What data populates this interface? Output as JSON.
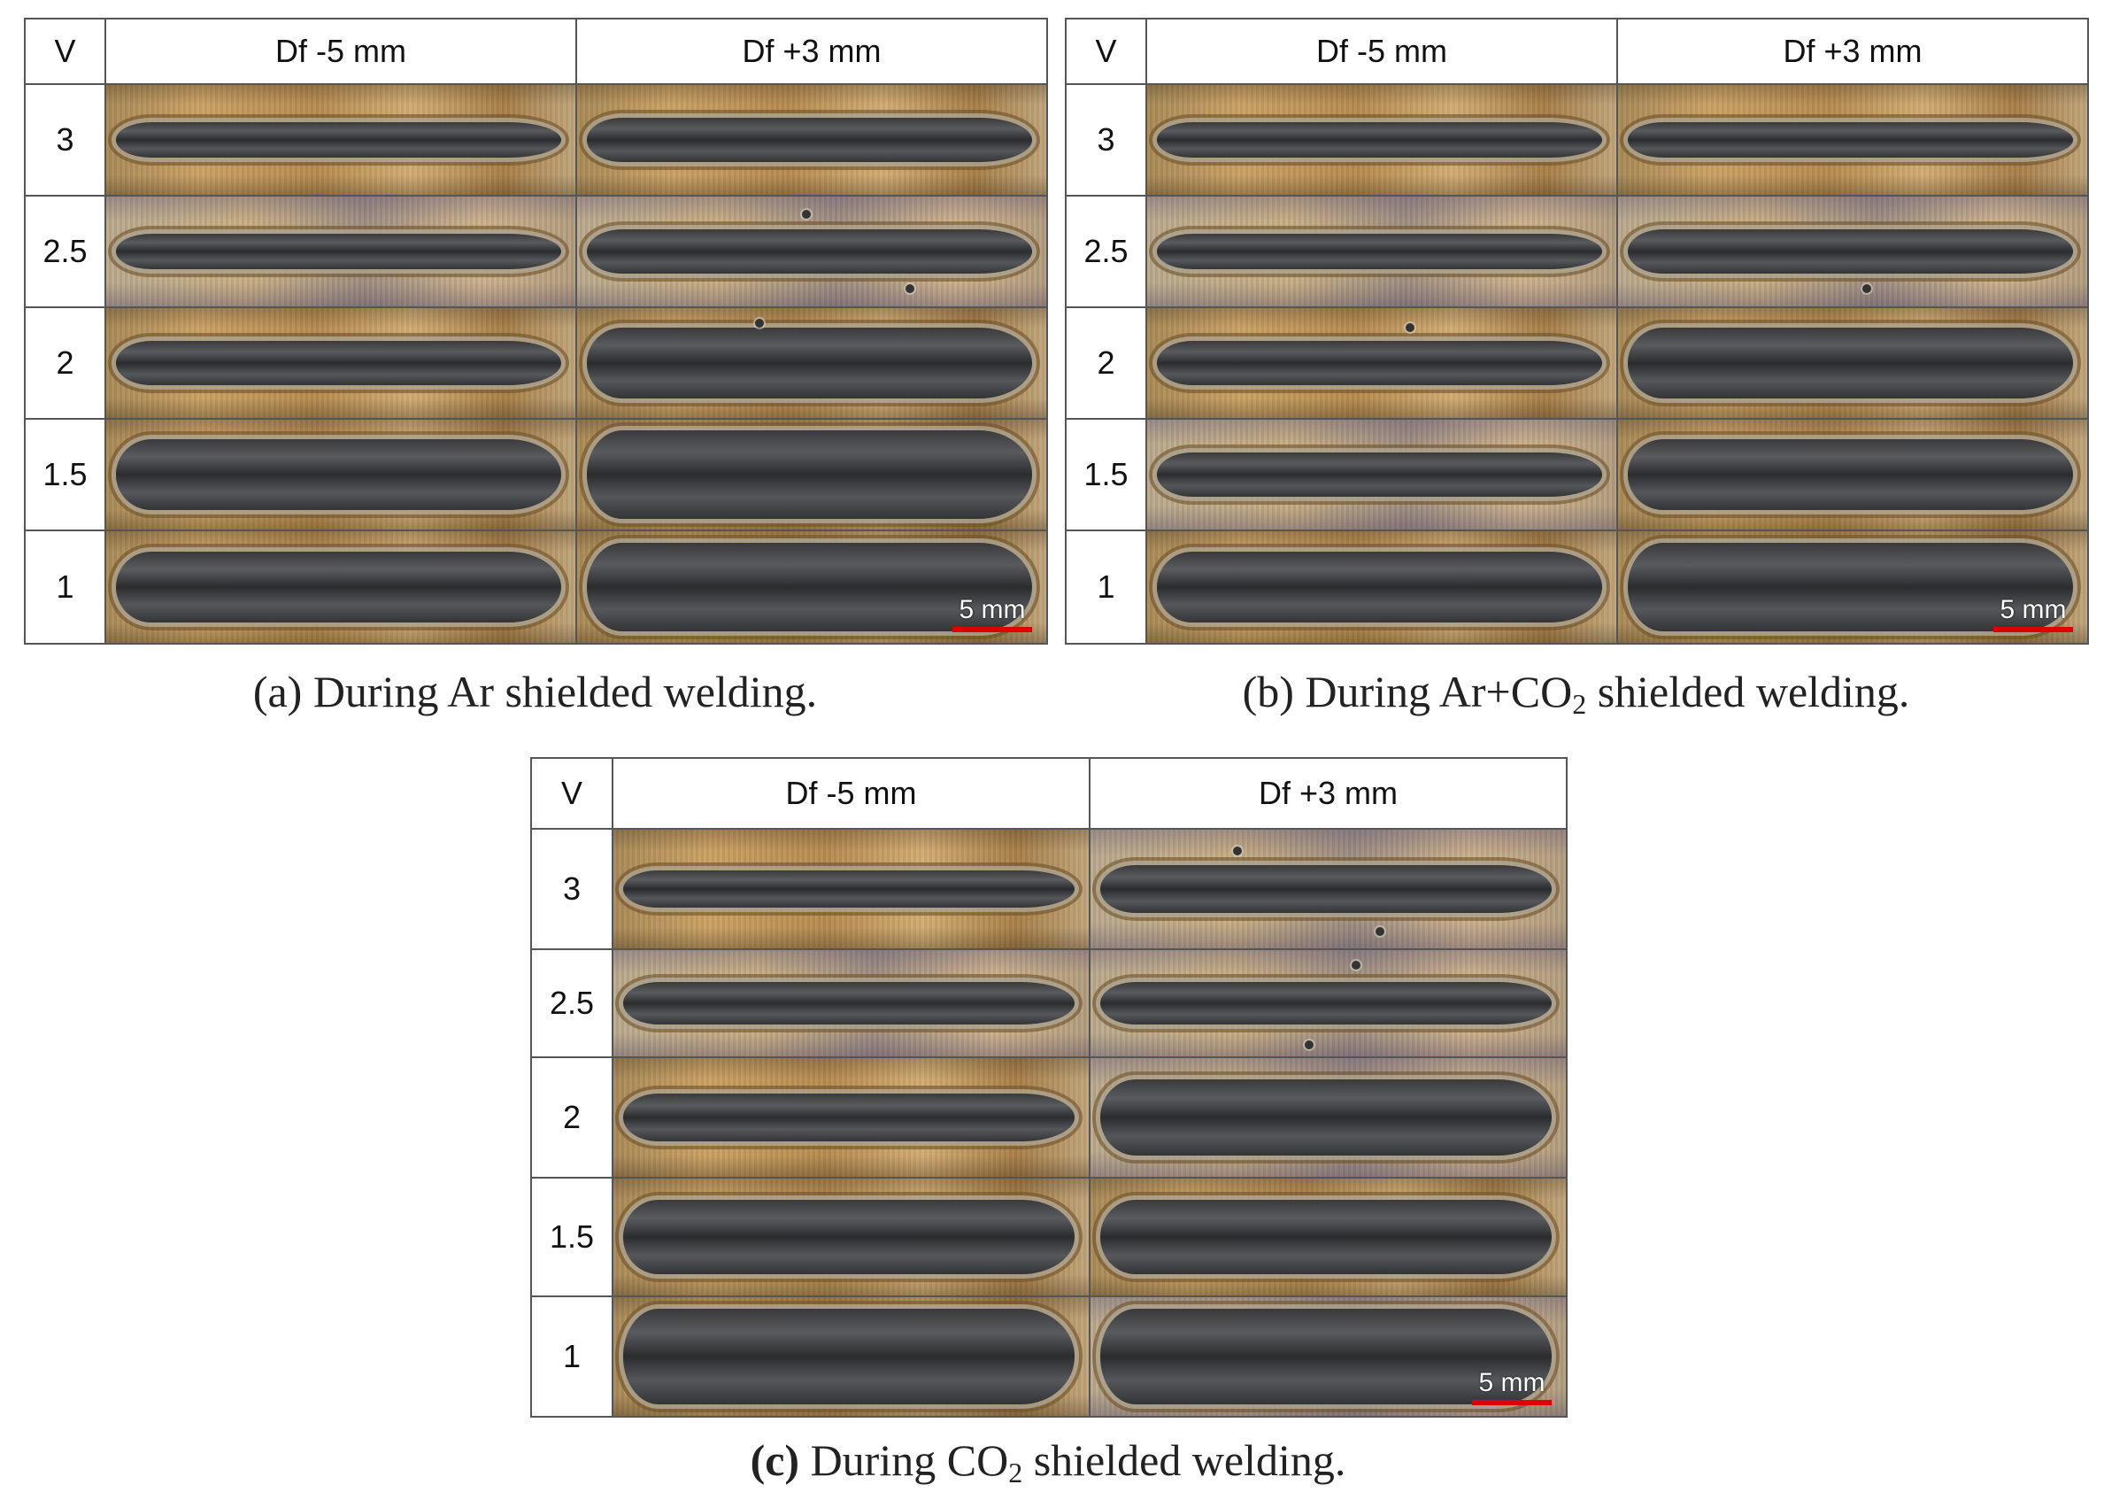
{
  "panels": [
    {
      "header": {
        "v": "V",
        "col1": "Df -5 mm",
        "col2": "Df +3 mm"
      },
      "rows": [
        "3",
        "2.5",
        "2",
        "1.5",
        "1"
      ],
      "scale": "5 mm",
      "caption": {
        "label": "(a)",
        "before": " During Ar shielded welding.",
        "sub": "",
        "after": ""
      }
    },
    {
      "header": {
        "v": "V",
        "col1": "Df -5 mm",
        "col2": "Df +3 mm"
      },
      "rows": [
        "3",
        "2.5",
        "2",
        "1.5",
        "1"
      ],
      "scale": "5 mm",
      "caption": {
        "label": "(b)",
        "before": " During Ar+CO",
        "sub": "2",
        "after": " shielded welding."
      }
    },
    {
      "header": {
        "v": "V",
        "col1": "Df -5 mm",
        "col2": "Df +3 mm"
      },
      "rows": [
        "3",
        "2.5",
        "2",
        "1.5",
        "1"
      ],
      "scale": "5 mm",
      "caption": {
        "label": "(c)",
        "before": " During CO",
        "sub": "2",
        "after": " shielded welding."
      }
    }
  ]
}
